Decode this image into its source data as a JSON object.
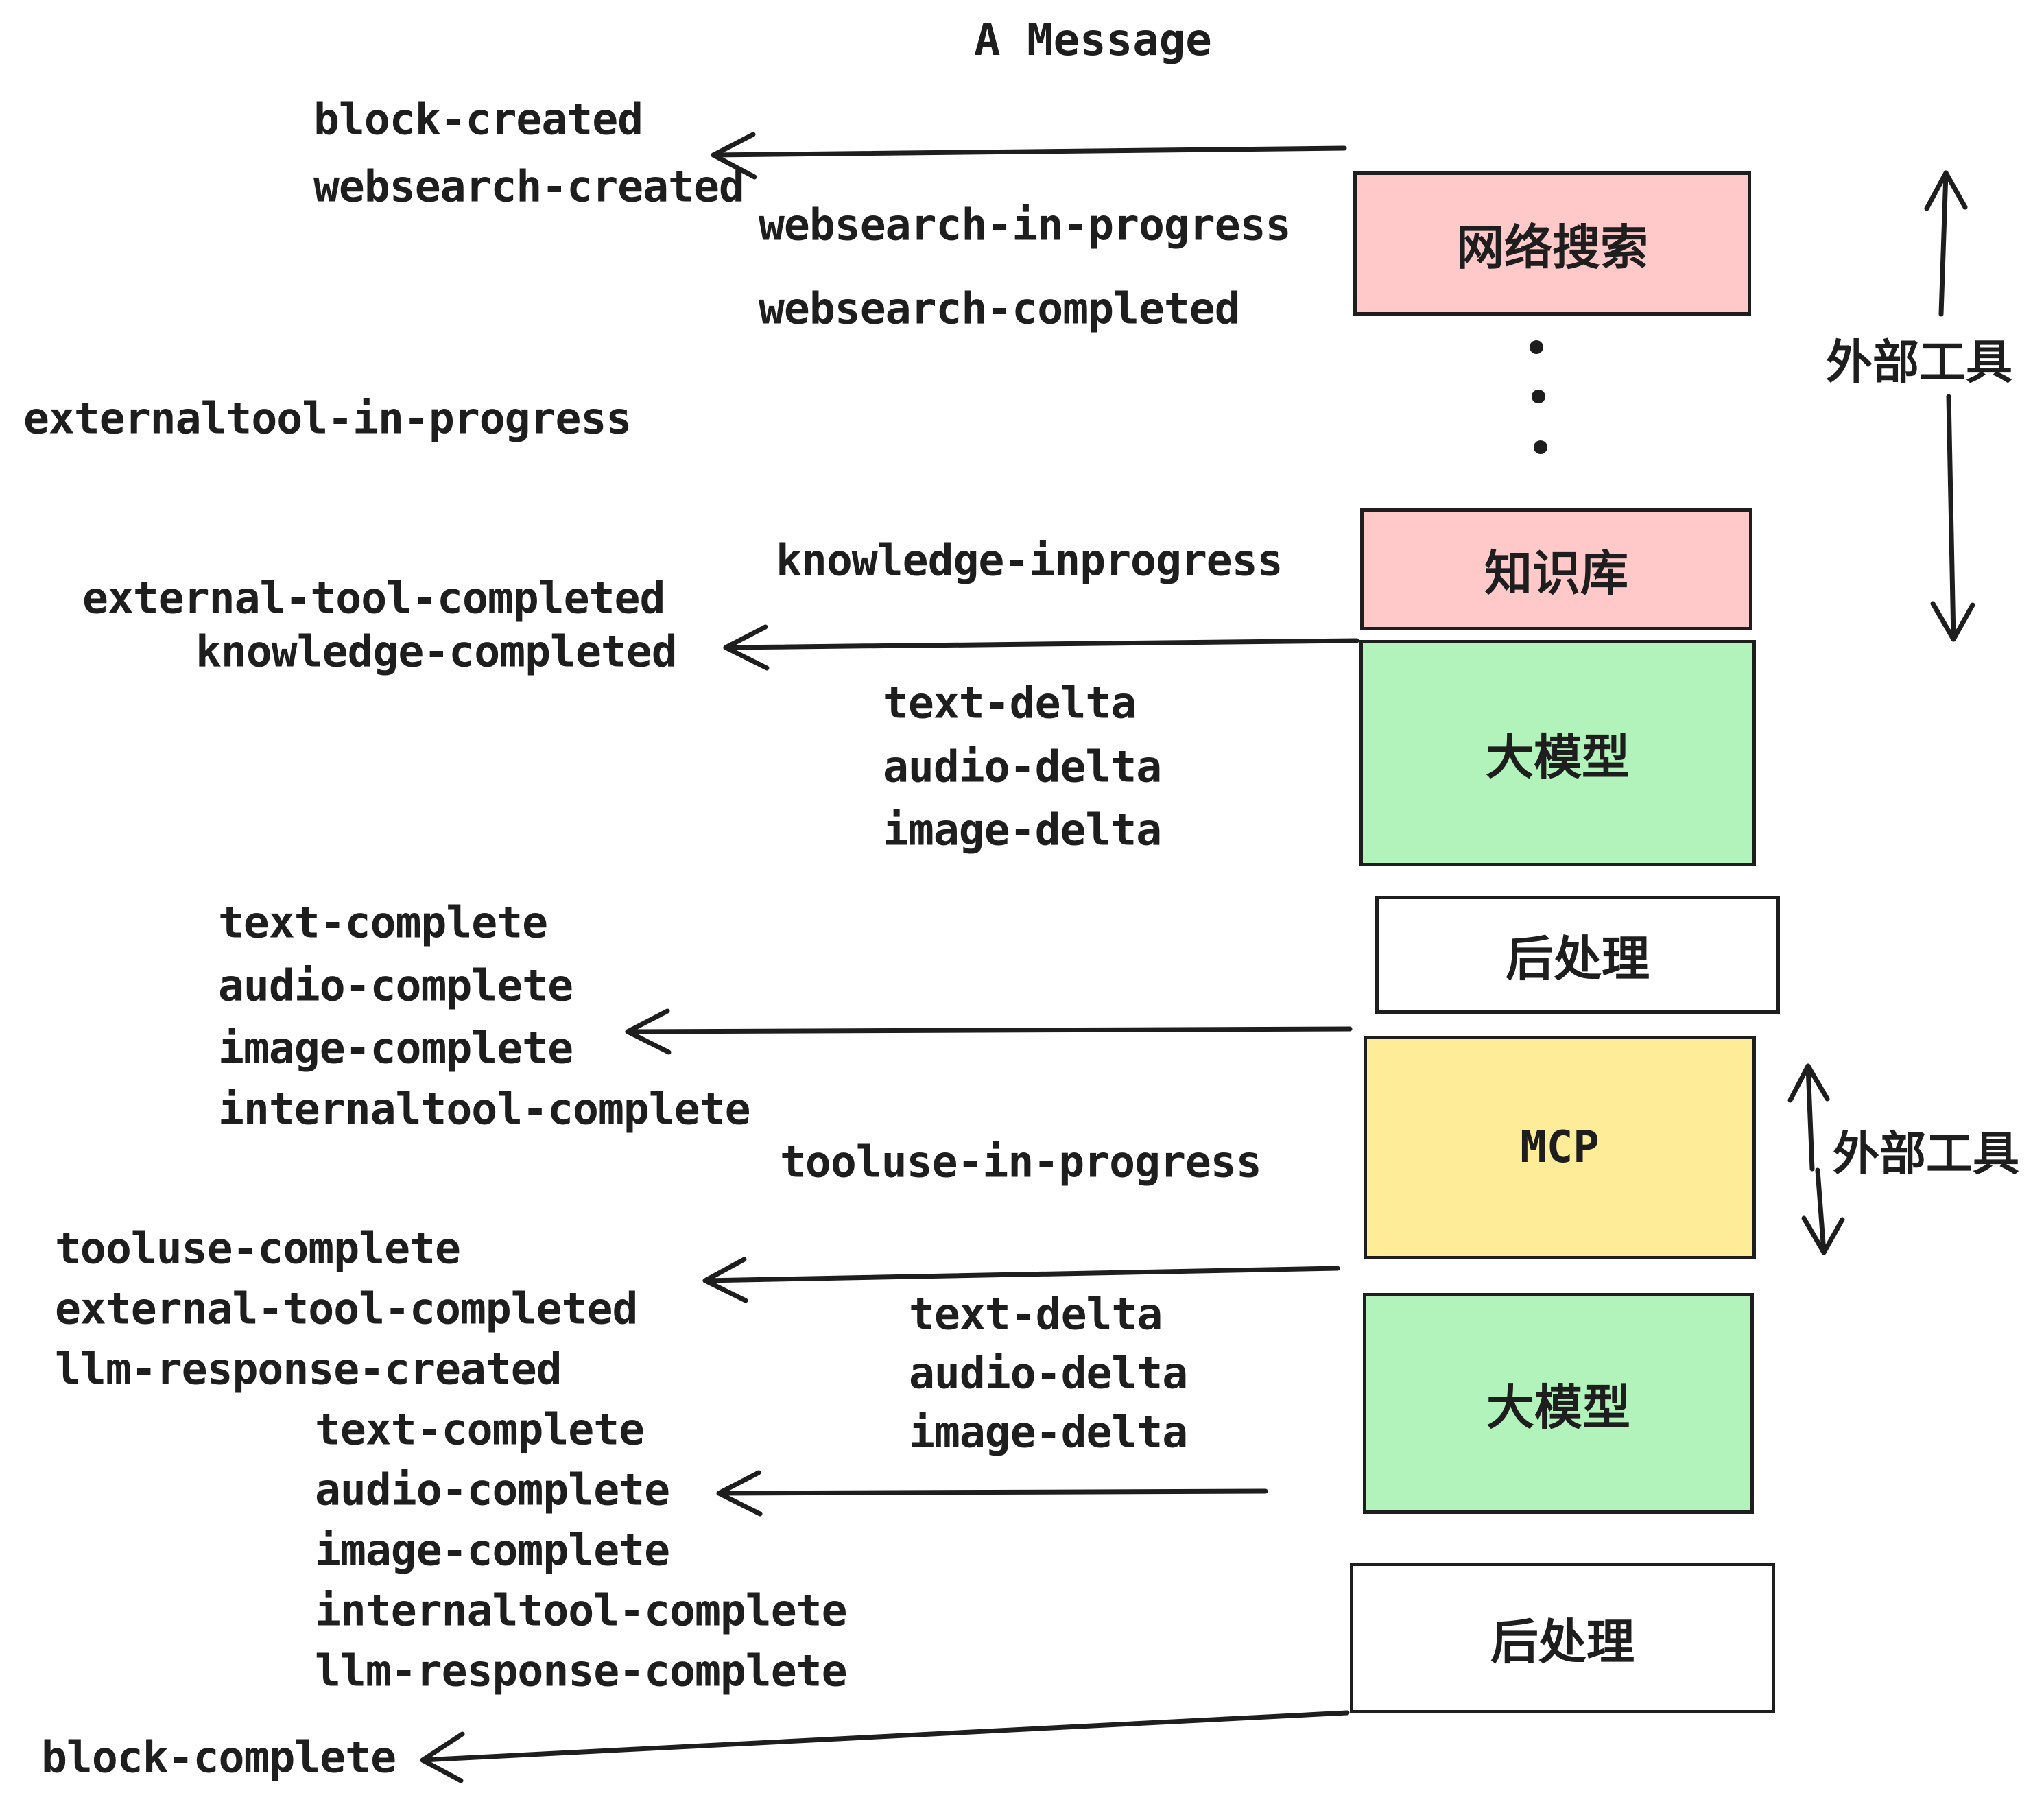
{
  "title": "A Message",
  "colors": {
    "ink": "#1e1e1e",
    "pink": "#ffc9c9",
    "green": "#b2f2bb",
    "yellow": "#ffec99"
  },
  "boxes": [
    {
      "id": "websearch",
      "label": "网络搜索",
      "fill": "pink"
    },
    {
      "id": "knowledge",
      "label": "知识库",
      "fill": "pink"
    },
    {
      "id": "llm-1",
      "label": "大模型",
      "fill": "green"
    },
    {
      "id": "post-1",
      "label": "后处理",
      "fill": "white"
    },
    {
      "id": "mcp",
      "label": "MCP",
      "fill": "yellow"
    },
    {
      "id": "llm-2",
      "label": "大模型",
      "fill": "green"
    },
    {
      "id": "post-2",
      "label": "后处理",
      "fill": "white"
    }
  ],
  "annotations": {
    "external_tools_top": "外部工具",
    "external_tools_mid": "外部工具"
  },
  "events": [
    {
      "id": "block-created",
      "text": "block-created"
    },
    {
      "id": "websearch-created",
      "text": "websearch-created"
    },
    {
      "id": "websearch-in-progress",
      "text": "websearch-in-progress"
    },
    {
      "id": "websearch-completed",
      "text": "websearch-completed"
    },
    {
      "id": "externaltool-in-progress",
      "text": "externaltool-in-progress"
    },
    {
      "id": "knowledge-inprogress",
      "text": "knowledge-inprogress"
    },
    {
      "id": "external-tool-completed-1",
      "text": "external-tool-completed"
    },
    {
      "id": "knowledge-completed",
      "text": "knowledge-completed"
    },
    {
      "id": "text-delta-1",
      "text": "text-delta"
    },
    {
      "id": "audio-delta-1",
      "text": "audio-delta"
    },
    {
      "id": "image-delta-1",
      "text": "image-delta"
    },
    {
      "id": "text-complete-1",
      "text": "text-complete"
    },
    {
      "id": "audio-complete-1",
      "text": "audio-complete"
    },
    {
      "id": "image-complete-1",
      "text": "image-complete"
    },
    {
      "id": "internaltool-complete-1",
      "text": "internaltool-complete"
    },
    {
      "id": "tooluse-in-progress",
      "text": "tooluse-in-progress"
    },
    {
      "id": "tooluse-complete",
      "text": "tooluse-complete"
    },
    {
      "id": "external-tool-completed-2",
      "text": "external-tool-completed"
    },
    {
      "id": "llm-response-created",
      "text": "llm-response-created"
    },
    {
      "id": "text-delta-2",
      "text": "text-delta"
    },
    {
      "id": "audio-delta-2",
      "text": "audio-delta"
    },
    {
      "id": "image-delta-2",
      "text": "image-delta"
    },
    {
      "id": "text-complete-2",
      "text": "text-complete"
    },
    {
      "id": "audio-complete-2",
      "text": "audio-complete"
    },
    {
      "id": "image-complete-2",
      "text": "image-complete"
    },
    {
      "id": "internaltool-complete-2",
      "text": "internaltool-complete"
    },
    {
      "id": "llm-response-complete",
      "text": "llm-response-complete"
    },
    {
      "id": "block-complete",
      "text": "block-complete"
    }
  ]
}
